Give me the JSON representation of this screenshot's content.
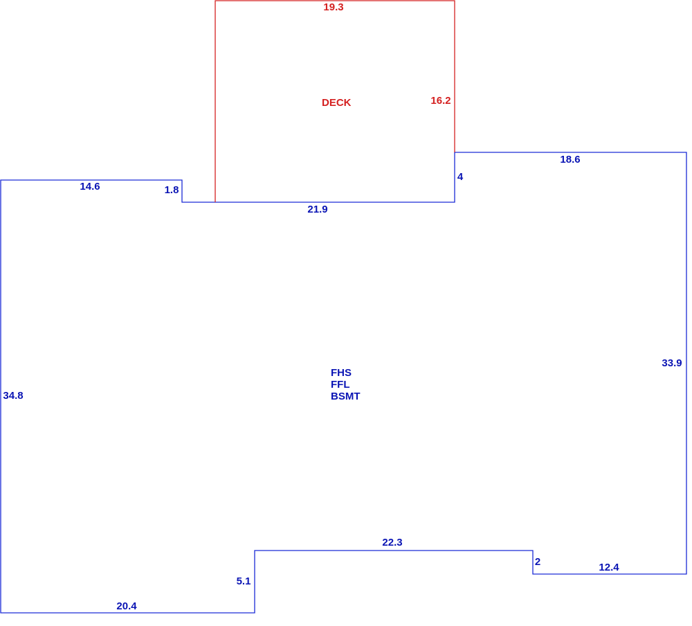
{
  "colors": {
    "house_outline": "#1a2ad6",
    "house_text": "#0a14b4",
    "deck_outline": "#d42020",
    "deck_text": "#d42020",
    "background": "#ffffff"
  },
  "deck": {
    "label": "DECK",
    "dimensions": {
      "top": "19.3",
      "right": "16.2"
    }
  },
  "main_area": {
    "labels": [
      "FHS",
      "FFL",
      "BSMT"
    ],
    "dimensions": {
      "top_left": "14.6",
      "left_step": "1.8",
      "top_middle": "21.9",
      "right_step": "4",
      "top_right": "18.6",
      "right": "33.9",
      "bottom_right": "12.4",
      "bottom_right_step": "2",
      "bottom_middle": "22.3",
      "bottom_left_step": "5.1",
      "bottom_left": "20.4",
      "left": "34.8"
    }
  }
}
